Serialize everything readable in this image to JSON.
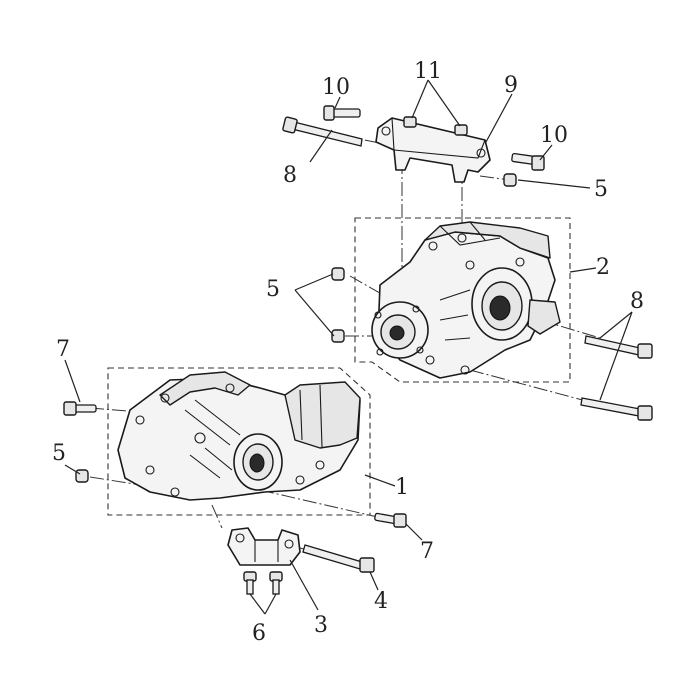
{
  "callouts": {
    "c1": "1",
    "c2": "2",
    "c3": "3",
    "c4": "4",
    "c5a": "5",
    "c5b": "5",
    "c5c": "5",
    "c6": "6",
    "c7a": "7",
    "c7b": "7",
    "c8a": "8",
    "c8b": "8",
    "c9": "9",
    "c10a": "10",
    "c10b": "10",
    "c11": "11"
  },
  "colors": {
    "line": "#1a1a1a",
    "fill": "#f4f4f4",
    "background": "#ffffff"
  }
}
